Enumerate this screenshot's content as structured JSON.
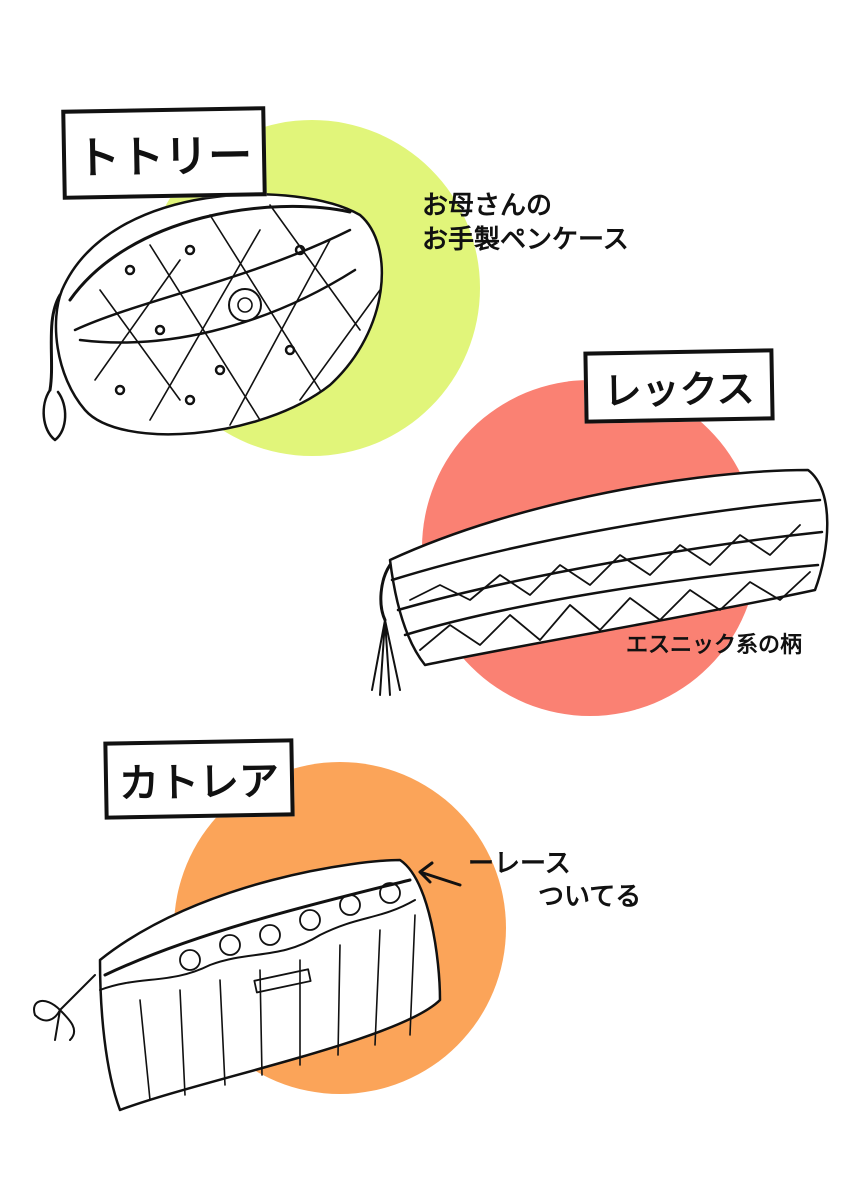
{
  "items": [
    {
      "name": "トトリー",
      "note_lines": [
        "お母さんの",
        "お手製ペンケース"
      ],
      "circle_color": "#e1f57a"
    },
    {
      "name": "レックス",
      "note_lines": [
        "エスニック系の柄"
      ],
      "circle_color": "#fa8173"
    },
    {
      "name": "カトレア",
      "note_lines": [
        "ーレース",
        "ついてる"
      ],
      "circle_color": "#fba459"
    }
  ]
}
